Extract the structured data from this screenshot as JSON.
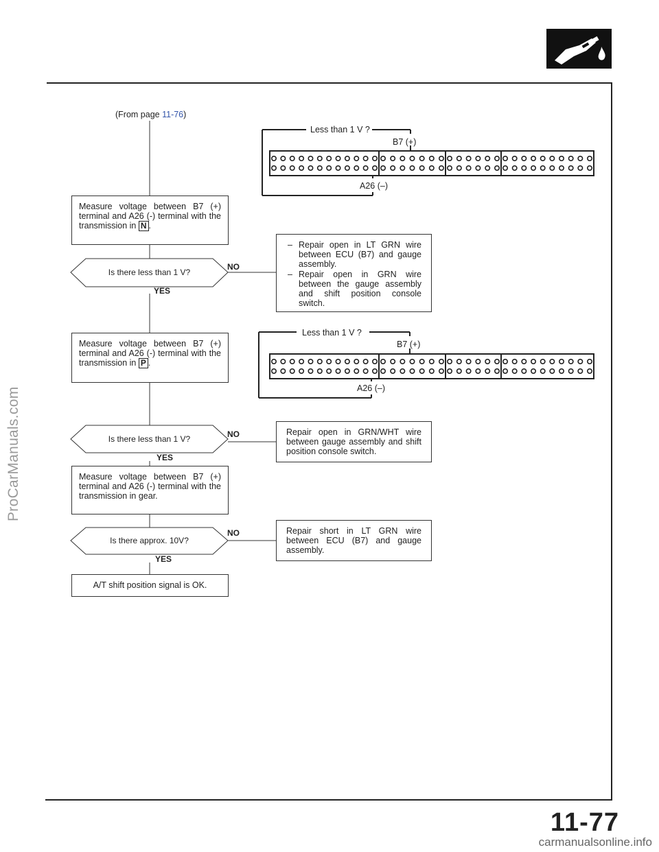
{
  "watermark": "ProCarManuals.com",
  "footer_url": "carmanualsonline.info",
  "page_number": "11-77",
  "from_line": {
    "prefix": "(From page ",
    "link": "11-76",
    "suffix": ")"
  },
  "connector1": {
    "title": "Less than 1 V ?",
    "pin_plus": "B7 (+)",
    "pin_minus": "A26 (–)"
  },
  "connector2": {
    "title": "Less than 1 V ?",
    "pin_plus": "B7 (+)",
    "pin_minus": "A26 (–)"
  },
  "step1": {
    "text": "Measure voltage between B7 (+) terminal and A26 (-) terminal with the transmission in",
    "gear": "N",
    "end": "."
  },
  "q1": {
    "text": "Is there less than 1 V?",
    "no": "NO",
    "yes": "YES"
  },
  "repair1": {
    "bullets": [
      "Repair open in LT GRN wire between ECU (B7) and gauge assembly.",
      "Repair open in GRN wire between the gauge assembly and shift position console switch."
    ],
    "dash": "–"
  },
  "step2": {
    "text": "Measure voltage between B7 (+) terminal and A26 (-) terminal with the transmission in",
    "gear": "P",
    "end": "."
  },
  "q2": {
    "text": "Is there less than 1 V?",
    "no": "NO",
    "yes": "YES"
  },
  "repair2": {
    "text": "Repair open in GRN/WHT wire between gauge assembly and shift position console switch."
  },
  "step3": {
    "text": "Measure voltage between B7 (+) terminal and A26 (-) terminal with the transmission in gear."
  },
  "q3": {
    "text": "Is there approx. 10V?",
    "no": "NO",
    "yes": "YES"
  },
  "repair3": {
    "text": "Repair short in LT GRN wire between ECU (B7) and gauge assembly."
  },
  "result": {
    "text": "A/T shift position signal is OK."
  }
}
